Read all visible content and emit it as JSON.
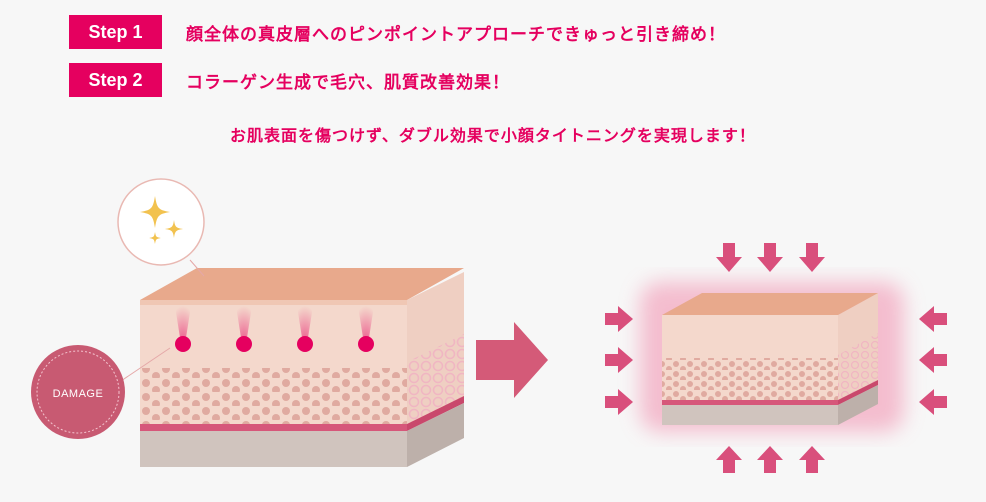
{
  "steps": [
    {
      "badge": "Step 1",
      "text": "顔全体の真皮層へのピンポイントアプローチできゅっと引き締め！"
    },
    {
      "badge": "Step 2",
      "text": "コラーゲン生成で毛穴、肌質改善効果！"
    }
  ],
  "tagline": "お肌表面を傷つけず、ダブル効果で小顔タイトニングを実現します！",
  "diagram": {
    "damage_label": "DAMAGE",
    "colors": {
      "accent": "#e5005f",
      "skin_top": "#e8a98c",
      "skin_body": "#f4d8cc",
      "dermis_dot": "#e0aaa0",
      "pink_band": "#d6577a",
      "base": "#d0c4be",
      "arrow": "#d45a78",
      "damage_badge": "#c85a72"
    }
  }
}
